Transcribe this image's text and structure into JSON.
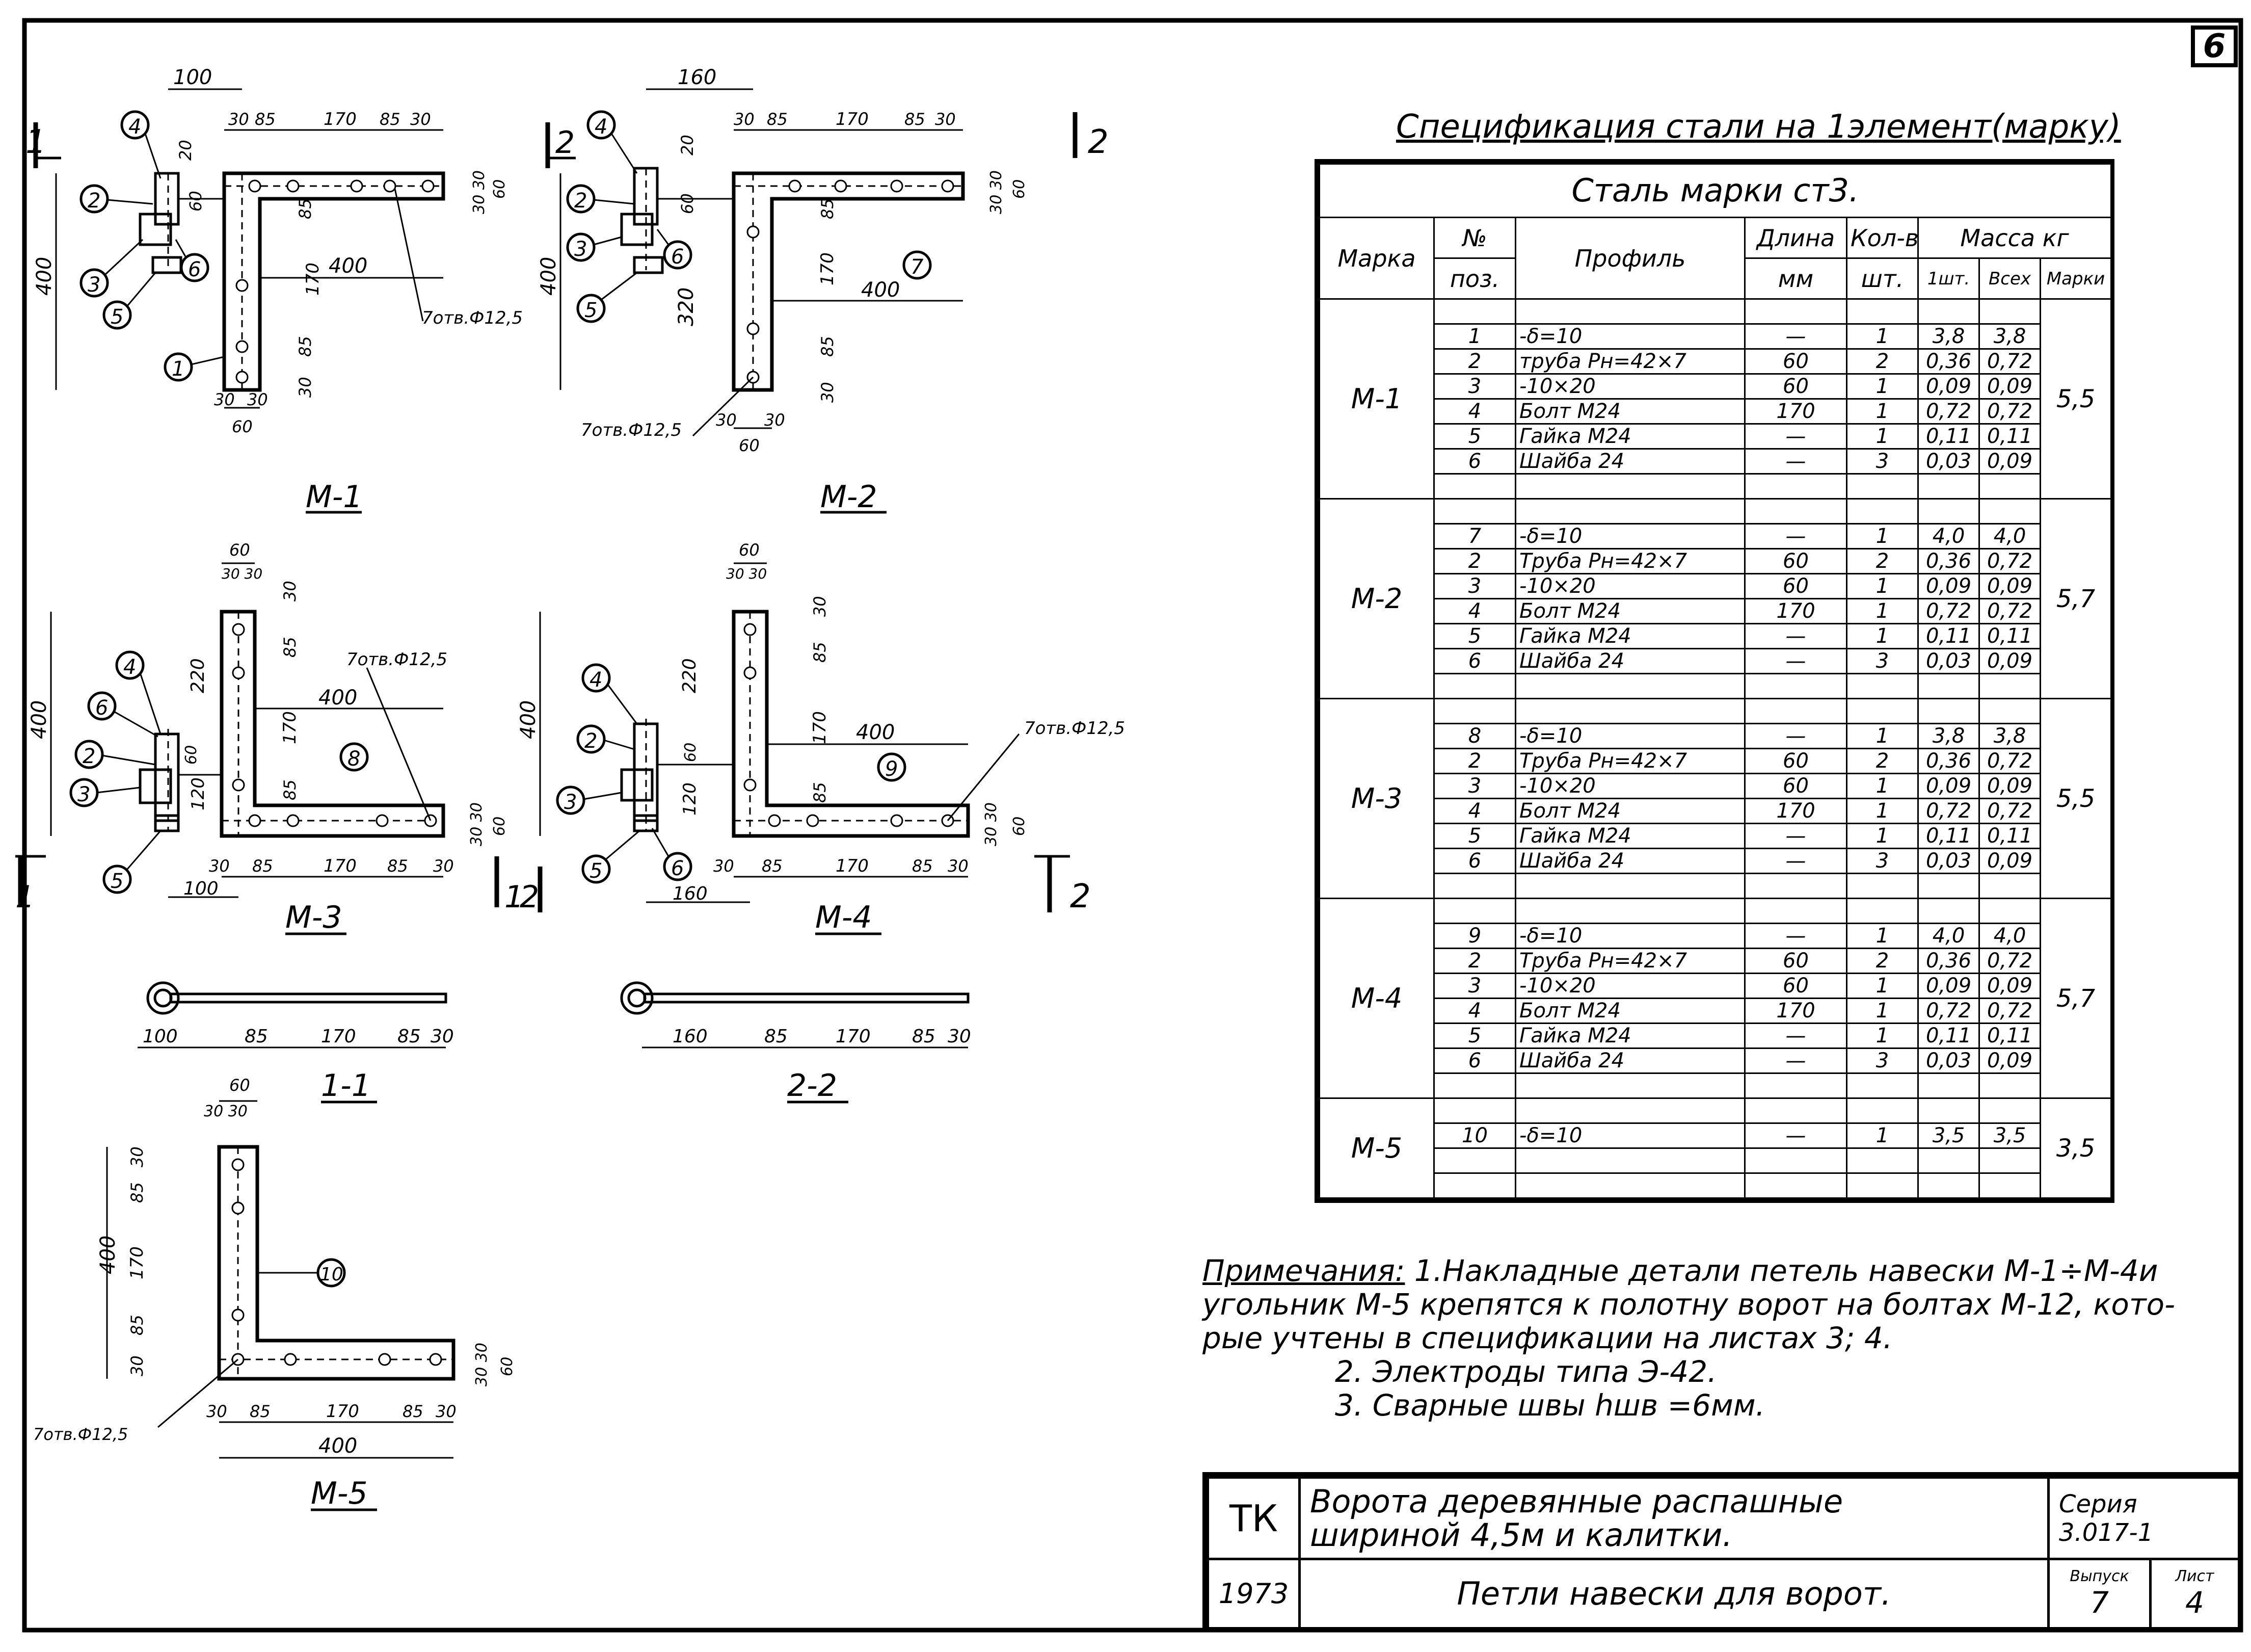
{
  "sheet_number": "6",
  "spec_title": "Спецификация стали на 1элемент(марку)",
  "steel_grade": "Сталь   марки  ст3.",
  "headers": {
    "mark": "Марка",
    "pos_top": "№",
    "pos_bottom": "поз.",
    "profile": "Профиль",
    "length_top": "Длина",
    "length_bottom": "мм",
    "qty_top": "Кол-во",
    "qty_bottom": "шт.",
    "mass": "Масса  кг",
    "mass_one": "1шт.",
    "mass_all": "Всех",
    "mass_mark": "Марки"
  },
  "groups": [
    {
      "mark": "М-1",
      "total": "5,5",
      "rows": [
        {
          "pos": "1",
          "profile": "-δ=10",
          "len": "—",
          "qty": "1",
          "one": "3,8",
          "all": "3,8"
        },
        {
          "pos": "2",
          "profile": "труба Рн=42×7",
          "len": "60",
          "qty": "2",
          "one": "0,36",
          "all": "0,72"
        },
        {
          "pos": "3",
          "profile": "-10×20",
          "len": "60",
          "qty": "1",
          "one": "0,09",
          "all": "0,09"
        },
        {
          "pos": "4",
          "profile": "Болт  М24",
          "len": "170",
          "qty": "1",
          "one": "0,72",
          "all": "0,72"
        },
        {
          "pos": "5",
          "profile": "Гайка М24",
          "len": "—",
          "qty": "1",
          "one": "0,11",
          "all": "0,11"
        },
        {
          "pos": "6",
          "profile": "Шайба 24",
          "len": "—",
          "qty": "3",
          "one": "0,03",
          "all": "0,09"
        }
      ]
    },
    {
      "mark": "М-2",
      "total": "5,7",
      "rows": [
        {
          "pos": "7",
          "profile": "-δ=10",
          "len": "—",
          "qty": "1",
          "one": "4,0",
          "all": "4,0"
        },
        {
          "pos": "2",
          "profile": "Труба Рн=42×7",
          "len": "60",
          "qty": "2",
          "one": "0,36",
          "all": "0,72"
        },
        {
          "pos": "3",
          "profile": "-10×20",
          "len": "60",
          "qty": "1",
          "one": "0,09",
          "all": "0,09"
        },
        {
          "pos": "4",
          "profile": "Болт  М24",
          "len": "170",
          "qty": "1",
          "one": "0,72",
          "all": "0,72"
        },
        {
          "pos": "5",
          "profile": "Гайка М24",
          "len": "—",
          "qty": "1",
          "one": "0,11",
          "all": "0,11"
        },
        {
          "pos": "6",
          "profile": "Шайба 24",
          "len": "—",
          "qty": "3",
          "one": "0,03",
          "all": "0,09"
        }
      ]
    },
    {
      "mark": "М-3",
      "total": "5,5",
      "rows": [
        {
          "pos": "8",
          "profile": "-δ=10",
          "len": "—",
          "qty": "1",
          "one": "3,8",
          "all": "3,8"
        },
        {
          "pos": "2",
          "profile": "Труба Рн=42×7",
          "len": "60",
          "qty": "2",
          "one": "0,36",
          "all": "0,72"
        },
        {
          "pos": "3",
          "profile": "-10×20",
          "len": "60",
          "qty": "1",
          "one": "0,09",
          "all": "0,09"
        },
        {
          "pos": "4",
          "profile": "Болт  М24",
          "len": "170",
          "qty": "1",
          "one": "0,72",
          "all": "0,72"
        },
        {
          "pos": "5",
          "profile": "Гайка М24",
          "len": "—",
          "qty": "1",
          "one": "0,11",
          "all": "0,11"
        },
        {
          "pos": "6",
          "profile": "Шайба 24",
          "len": "—",
          "qty": "3",
          "one": "0,03",
          "all": "0,09"
        }
      ]
    },
    {
      "mark": "М-4",
      "total": "5,7",
      "rows": [
        {
          "pos": "9",
          "profile": "-δ=10",
          "len": "—",
          "qty": "1",
          "one": "4,0",
          "all": "4,0"
        },
        {
          "pos": "2",
          "profile": "Труба Рн=42×7",
          "len": "60",
          "qty": "2",
          "one": "0,36",
          "all": "0,72"
        },
        {
          "pos": "3",
          "profile": "-10×20",
          "len": "60",
          "qty": "1",
          "one": "0,09",
          "all": "0,09"
        },
        {
          "pos": "4",
          "profile": "Болт  М24",
          "len": "170",
          "qty": "1",
          "one": "0,72",
          "all": "0,72"
        },
        {
          "pos": "5",
          "profile": "Гайка М24",
          "len": "—",
          "qty": "1",
          "one": "0,11",
          "all": "0,11"
        },
        {
          "pos": "6",
          "profile": "Шайба 24",
          "len": "—",
          "qty": "3",
          "one": "0,03",
          "all": "0,09"
        }
      ]
    },
    {
      "mark": "М-5",
      "total": "3,5",
      "rows": [
        {
          "pos": "10",
          "profile": "-δ=10",
          "len": "—",
          "qty": "1",
          "one": "3,5",
          "all": "3,5"
        }
      ]
    }
  ],
  "notes": {
    "label": "Примечания:",
    "line1": "1.Накладные детали петель навески М-1÷М-4и",
    "line2": "угольник М-5 крепятся к полотну ворот на болтах М-12, кото-",
    "line3": "рые учтены в спецификации на листах 3; 4.",
    "line4": "2. Электроды типа Э-42.",
    "line5": "3. Сварные швы hшв =6мм."
  },
  "title_block": {
    "org": "ТК",
    "year": "1973",
    "object_line1": "Ворота деревянные распашные",
    "object_line2": "шириной 4,5м и калитки.",
    "sheet_title": "Петли навески для ворот.",
    "series_label": "Серия",
    "series_value": "3.017-1",
    "issue_label": "Выпуск",
    "issue_value": "7",
    "list_label": "Лист",
    "list_value": "4"
  },
  "drawings": {
    "m1": {
      "title": "М-1",
      "d100": "100",
      "d30": "30",
      "d85": "85",
      "d170": "170",
      "d85b": "85",
      "d30b": "30",
      "d20": "20",
      "d60": "60",
      "d400": "400",
      "d400v": "400",
      "d85v": "85",
      "d170v": "170",
      "d85v2": "85",
      "d30v": "30",
      "d30c": "30",
      "d30d": "30",
      "d60b": "60",
      "d3030": "30 30",
      "d60r": "60",
      "holes": "7отв.Ф12,5",
      "p1": "1",
      "p2": "2",
      "p3": "3",
      "p4": "4",
      "p5": "5",
      "p6": "6",
      "cut": "1"
    },
    "m2": {
      "title": "М-2",
      "d160": "160",
      "d30": "30",
      "d85": "85",
      "d170": "170",
      "d85b": "85",
      "d30b": "30",
      "d20": "20",
      "d60": "60",
      "d400": "400",
      "d400v": "400",
      "d85v": "85",
      "d170v": "170",
      "d320": "320",
      "d85v2": "85",
      "d30v": "30",
      "d30c": "30",
      "d30d": "30",
      "d60b": "60",
      "d3030": "30 30",
      "d60r": "60",
      "holes": "7отв.Ф12,5",
      "p7": "7",
      "p2": "2",
      "p3": "3",
      "p4": "4",
      "p5": "5",
      "p6": "6",
      "cut": "2"
    },
    "m3": {
      "title": "М-3",
      "d60": "60",
      "d3030": "30 30",
      "d30": "30",
      "d85": "85",
      "d220": "220",
      "d170": "170",
      "d60v": "60",
      "d120": "120",
      "d400": "400",
      "d400h": "400",
      "d85v": "85",
      "d30a": "30",
      "d85a": "85",
      "d170a": "170",
      "d85b": "85",
      "d30b": "30",
      "d100": "100",
      "d3030r": "30 30",
      "d60r": "60",
      "holes": "7отв.Ф12,5",
      "p2": "2",
      "p3": "3",
      "p4": "4",
      "p5": "5",
      "p6": "6",
      "p8": "8",
      "cut": "1"
    },
    "m4": {
      "title": "М-4",
      "d60": "60",
      "d3030": "30 30",
      "d30": "30",
      "d85": "85",
      "d220": "220",
      "d170": "170",
      "d60v": "60",
      "d120": "120",
      "d400": "400",
      "d400h": "400",
      "d85v": "85",
      "d30a": "30",
      "d85a": "85",
      "d170a": "170",
      "d85b": "85",
      "d30b": "30",
      "d160": "160",
      "d3030r": "30 30",
      "d60r": "60",
      "holes": "7отв.Ф12,5",
      "p2": "2",
      "p3": "3",
      "p4": "4",
      "p5": "5",
      "p6": "6",
      "p9": "9",
      "cut": "2"
    },
    "s11": {
      "title": "1-1",
      "a": "100",
      "b": "85",
      "c": "170",
      "d": "85",
      "e": "30"
    },
    "s22": {
      "title": "2-2",
      "a": "160",
      "b": "85",
      "c": "170",
      "d": "85",
      "e": "30"
    },
    "m5": {
      "title": "М-5",
      "d60": "60",
      "d3030": "30 30",
      "d30": "30",
      "d85": "85",
      "d170": "170",
      "d85b": "85",
      "d30v": "30",
      "d400": "400",
      "d30a": "30",
      "d85a": "85",
      "d170a": "170",
      "d85c": "85",
      "d30c": "30",
      "d400h": "400",
      "d3030r": "30 30",
      "d60r": "60",
      "holes": "7отв.Ф12,5",
      "p10": "10"
    }
  }
}
